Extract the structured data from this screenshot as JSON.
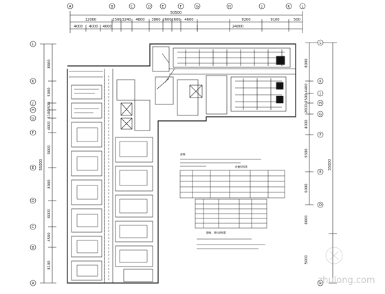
{
  "top_dims": {
    "overall": "50500",
    "row1": [
      "12000",
      "2500",
      "3240",
      "4800",
      "3860",
      "2600",
      "2600",
      "4600",
      "9200",
      "9100",
      "500"
    ],
    "row2": [
      "4000",
      "4000",
      "4000",
      "24000"
    ]
  },
  "left_dims": {
    "outer": "55000",
    "inner": [
      "8000",
      "5000",
      "1500",
      "2100",
      "4000",
      "9000",
      "8000",
      "6000",
      "4500",
      "8100"
    ]
  },
  "right_dims": {
    "outer": "55000",
    "inner": [
      "8000",
      "4400",
      "2500",
      "2600",
      "4000",
      "9300",
      "6000",
      "6000",
      "5000"
    ]
  },
  "axis_bubbles": [
    "A",
    "B",
    "C",
    "D",
    "E",
    "F",
    "G",
    "H",
    "J",
    "K",
    "L"
  ],
  "notes": {
    "heading": "说明:",
    "table1_title": "设备材料表",
    "table2_title": "图例、材料说明表"
  },
  "watermark": "zhulong.com"
}
